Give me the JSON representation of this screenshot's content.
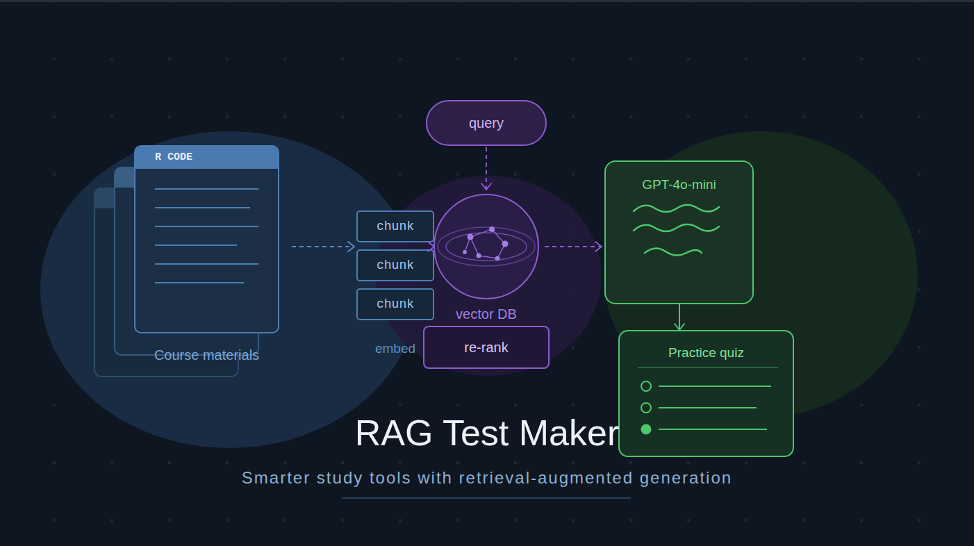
{
  "diagram": {
    "title": "RAG Test Maker",
    "caption": "Smarter study tools with retrieval-augmented generation",
    "nodes": [
      {
        "text": [
          "R CODE",
          "Course materials"
        ]
      },
      {
        "text": [
          "query"
        ]
      },
      {
        "text": [
          "chunk"
        ]
      },
      {
        "text": [
          "chunk"
        ]
      },
      {
        "text": [
          "chunk"
        ]
      },
      {
        "text": [
          "vector DB"
        ]
      },
      {
        "text": [
          "re-rank"
        ]
      },
      {
        "text": [
          "GPT-4o-mini"
        ]
      },
      {
        "text": [
          "Practice quiz"
        ]
      }
    ],
    "edges": [
      {
        "from": 0,
        "to": 3,
        "arrow": "to"
      },
      {
        "from": 1,
        "to": 5,
        "arrow": "to"
      },
      {
        "from": 5,
        "to": 3,
        "arrow": "to"
      },
      {
        "from": 5,
        "to": 7,
        "arrow": "to"
      },
      {
        "from": 7,
        "to": 8,
        "arrow": "to"
      }
    ],
    "labels": [
      "embed"
    ]
  }
}
